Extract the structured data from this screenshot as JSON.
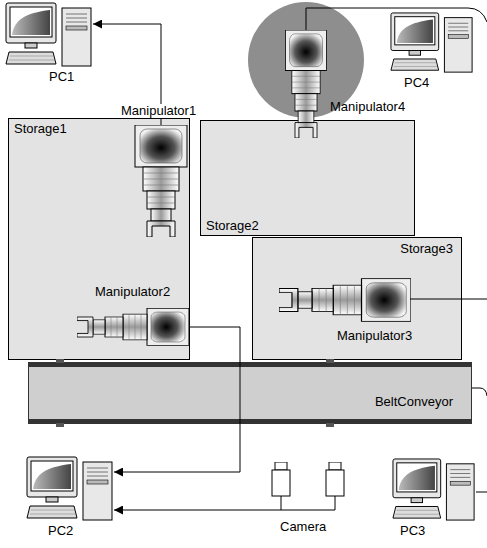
{
  "diagram": {
    "nodes": [
      {
        "text": [
          "Storage1"
        ]
      },
      {
        "text": [
          "Manipulator1"
        ],
        "in": 0
      },
      {
        "text": [
          "Manipulator2"
        ],
        "in": 0
      },
      {
        "text": [
          "Storage2"
        ]
      },
      {
        "text": [
          "Manipulator4"
        ]
      },
      {
        "text": [
          "Storage3"
        ]
      },
      {
        "text": [
          "Manipulator3"
        ],
        "in": 5
      },
      {
        "text": [
          "BeltConveyor"
        ]
      },
      {
        "text": [
          "PC1"
        ]
      },
      {
        "text": [
          "PC2"
        ]
      },
      {
        "text": [
          "PC3"
        ]
      },
      {
        "text": [
          "PC4"
        ]
      },
      {
        "text": [
          "Camera"
        ]
      }
    ],
    "edges": [
      {
        "from": 1,
        "to": 8,
        "arrow": "to"
      },
      {
        "from": 2,
        "to": 9,
        "arrow": "to"
      },
      {
        "from": 12,
        "to": 9,
        "arrow": "to"
      }
    ]
  }
}
